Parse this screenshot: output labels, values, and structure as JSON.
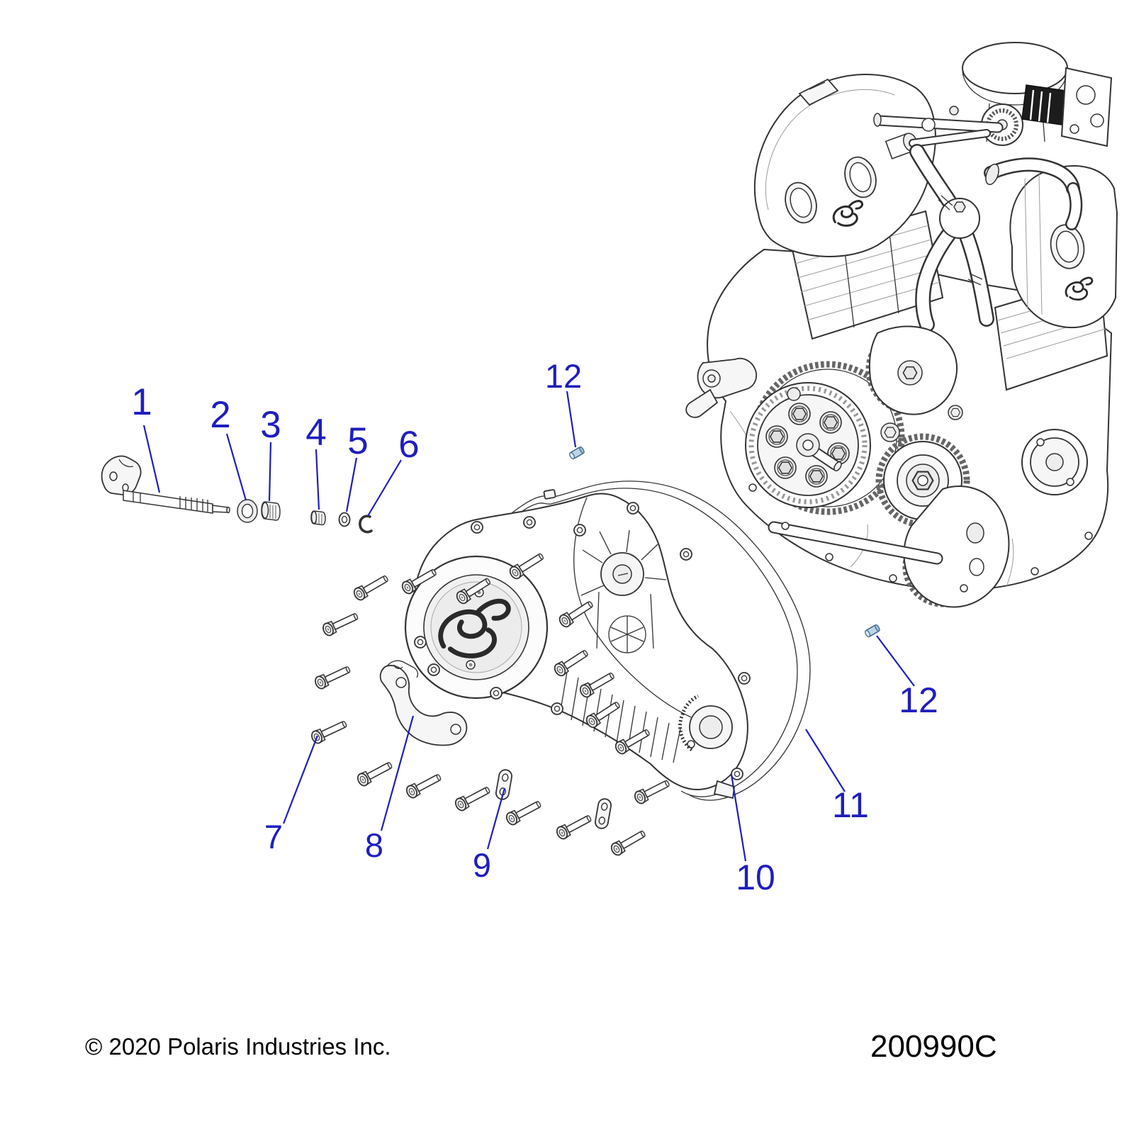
{
  "diagram": {
    "callouts": [
      {
        "id": "callout-1",
        "label": "1"
      },
      {
        "id": "callout-2",
        "label": "2"
      },
      {
        "id": "callout-3",
        "label": "3"
      },
      {
        "id": "callout-4",
        "label": "4"
      },
      {
        "id": "callout-5",
        "label": "5"
      },
      {
        "id": "callout-6",
        "label": "6"
      },
      {
        "id": "callout-7",
        "label": "7"
      },
      {
        "id": "callout-8",
        "label": "8"
      },
      {
        "id": "callout-9",
        "label": "9"
      },
      {
        "id": "callout-10",
        "label": "10"
      },
      {
        "id": "callout-11",
        "label": "11"
      },
      {
        "id": "callout-12-left",
        "label": "12"
      },
      {
        "id": "callout-12-right",
        "label": "12"
      }
    ],
    "footer": {
      "copyright": "© 2020 Polaris Industries Inc.",
      "part_number": "200990C"
    },
    "accent_color": "#1e1ebe"
  }
}
